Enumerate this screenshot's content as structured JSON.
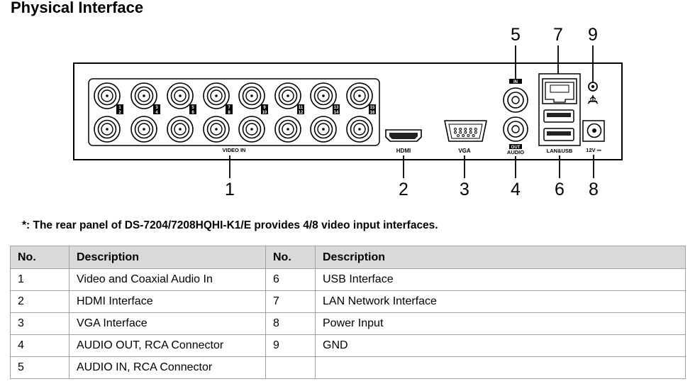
{
  "title": "Physical Interface",
  "diagram": {
    "panel_labels": {
      "video_in": "VIDEO IN",
      "hdmi": "HDMI",
      "vga": "VGA",
      "audio_in_tag": "IN",
      "audio_out_tag": "OUT",
      "audio": "AUDIO",
      "lan_usb": "LAN&USB",
      "power": "12V ⎓"
    },
    "bnc_channel_numbers": [
      "1",
      "2",
      "3",
      "4",
      "5",
      "6",
      "7",
      "8",
      "9",
      "10",
      "11",
      "12",
      "13",
      "14",
      "15",
      "16"
    ],
    "callouts": {
      "c1": "1",
      "c2": "2",
      "c3": "3",
      "c4": "4",
      "c5": "5",
      "c6": "6",
      "c7": "7",
      "c8": "8",
      "c9": "9"
    }
  },
  "note": "*: The rear panel of DS-7204/7208HQHI-K1/E provides 4/8 video input interfaces.",
  "table": {
    "headers": [
      "No.",
      "Description",
      "No.",
      "Description"
    ],
    "rows": [
      [
        "1",
        "Video and Coaxial Audio In",
        "6",
        "USB Interface"
      ],
      [
        "2",
        "HDMI Interface",
        "7",
        "LAN Network Interface"
      ],
      [
        "3",
        "VGA Interface",
        "8",
        "Power Input"
      ],
      [
        "4",
        "AUDIO OUT, RCA Connector",
        "9",
        "GND"
      ],
      [
        "5",
        "AUDIO IN, RCA Connector",
        "",
        ""
      ]
    ]
  }
}
